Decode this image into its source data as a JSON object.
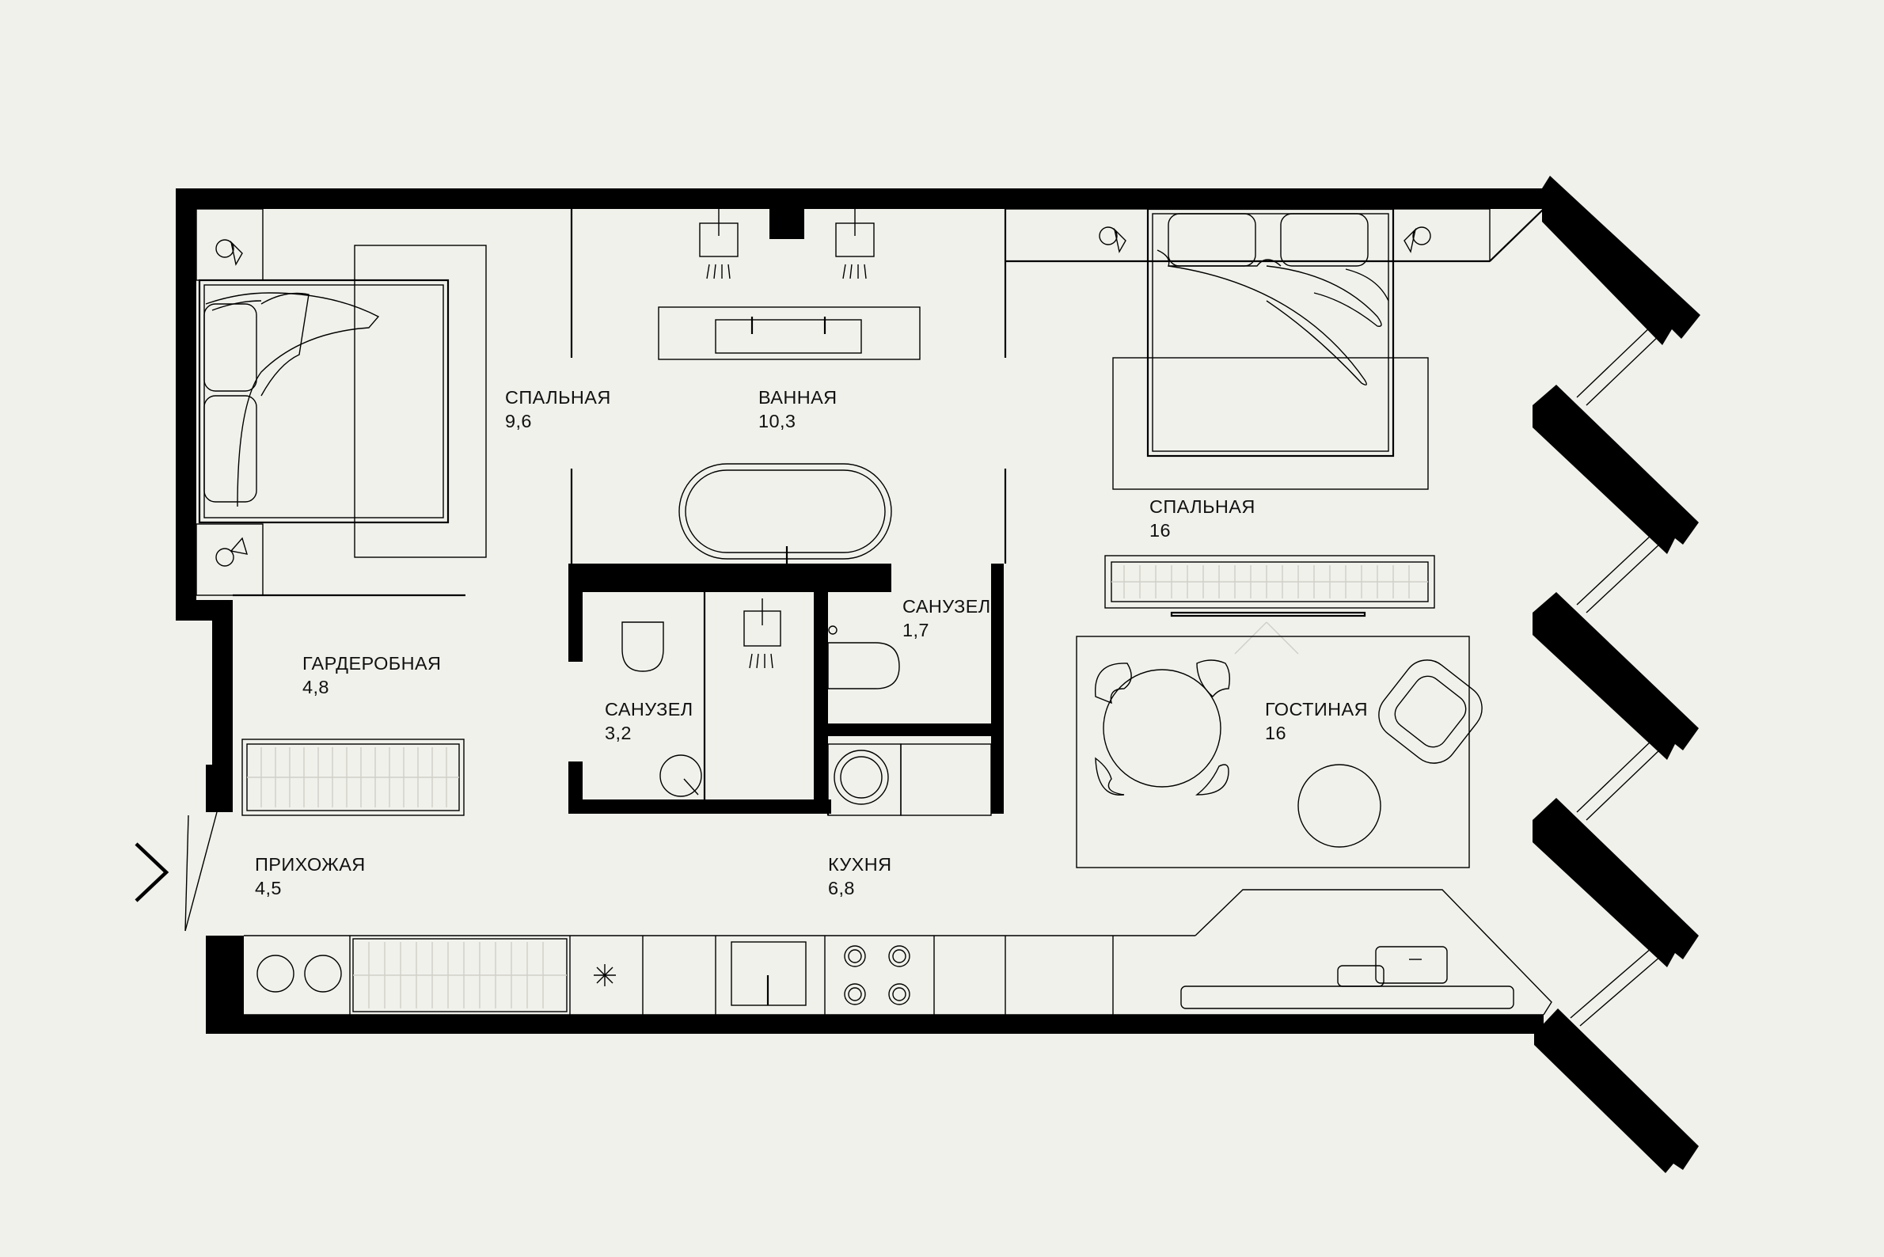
{
  "colors": {
    "background": "#f1f1ec",
    "walls": "#000000",
    "text": "#111111"
  },
  "rooms": [
    {
      "id": "bedroom-1",
      "name": "СПАЛЬНАЯ",
      "area": "9,6"
    },
    {
      "id": "bathroom",
      "name": "ВАННАЯ",
      "area": "10,3"
    },
    {
      "id": "bedroom-2",
      "name": "СПАЛЬНАЯ",
      "area": "16"
    },
    {
      "id": "wc-small",
      "name": "САНУЗЕЛ",
      "area": "1,7"
    },
    {
      "id": "wardrobe",
      "name": "ГАРДЕРОБНАЯ",
      "area": "4,8"
    },
    {
      "id": "wc-large",
      "name": "САНУЗЕЛ",
      "area": "3,2"
    },
    {
      "id": "living",
      "name": "ГОСТИНАЯ",
      "area": "16"
    },
    {
      "id": "hall",
      "name": "ПРИХОЖАЯ",
      "area": "4,5"
    },
    {
      "id": "kitchen",
      "name": "КУХНЯ",
      "area": "6,8"
    }
  ],
  "icons": {
    "entrance": "chevron-right-icon"
  }
}
